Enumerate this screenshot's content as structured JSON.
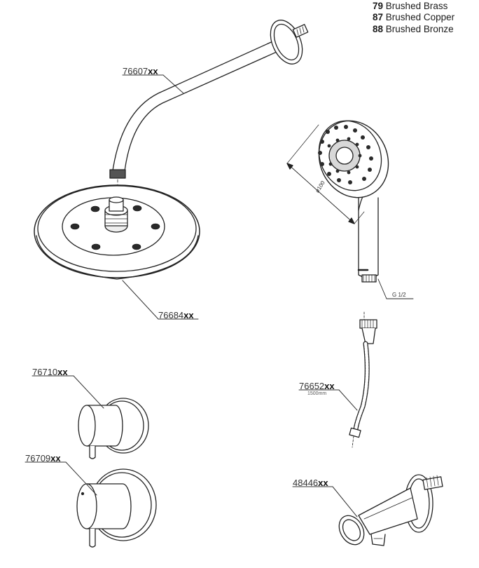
{
  "finishes": [
    {
      "code": "79",
      "name": "Brushed Brass"
    },
    {
      "code": "87",
      "name": "Brushed Copper"
    },
    {
      "code": "88",
      "name": "Brushed Bronze"
    }
  ],
  "parts": {
    "arm": {
      "number": "76607",
      "suffix": "xx"
    },
    "head": {
      "number": "76684",
      "suffix": "xx"
    },
    "diverter": {
      "number": "76710",
      "suffix": "xx"
    },
    "mixer": {
      "number": "76709",
      "suffix": "xx"
    },
    "hose": {
      "number": "76652",
      "suffix": "xx",
      "length": "1500mm"
    },
    "outlet": {
      "number": "48446",
      "suffix": "xx"
    }
  },
  "handshower": {
    "diameter": "ø100",
    "thread": "G 1/2"
  },
  "colors": {
    "line": "#222222",
    "leader": "#333333",
    "jet": "#2a2a2a"
  }
}
